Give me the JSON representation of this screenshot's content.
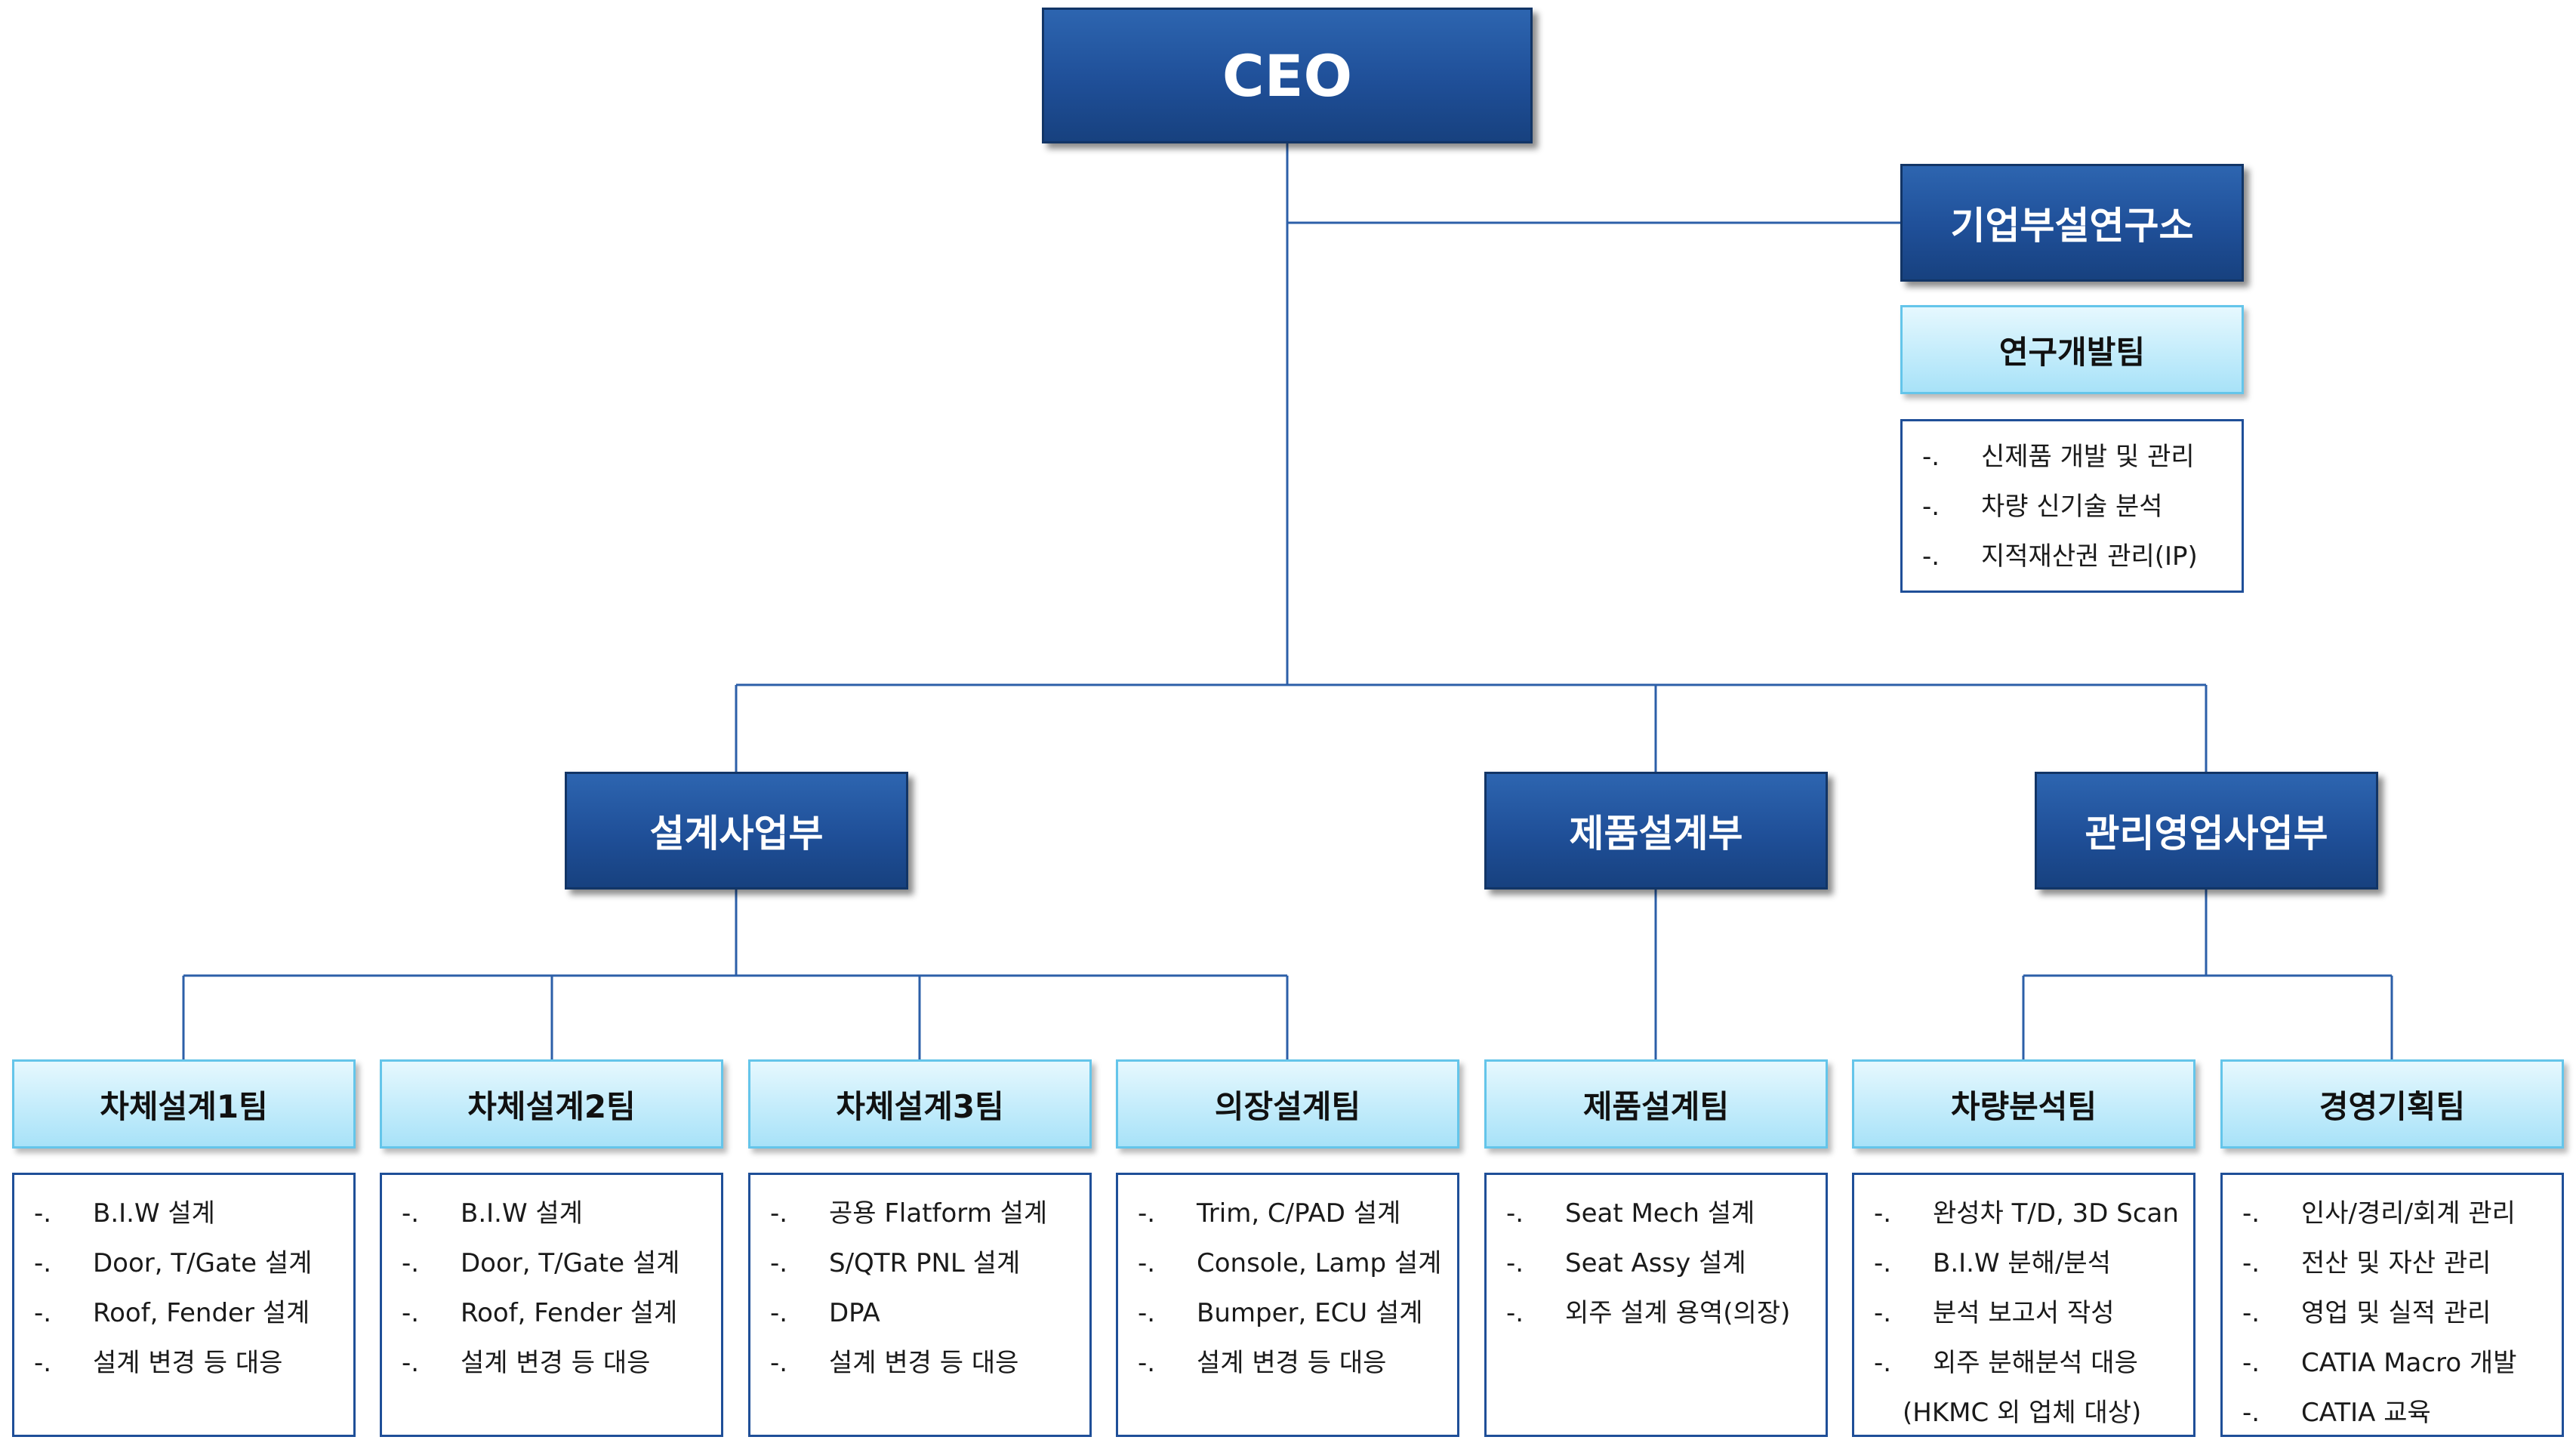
{
  "ceo": {
    "label": "CEO"
  },
  "lab": {
    "label": "기업부설연구소",
    "team": {
      "label": "연구개발팀",
      "items": [
        "신제품 개발 및 관리",
        "차량 신기술 분석",
        "지적재산권 관리(IP)"
      ]
    }
  },
  "bullet": "-.",
  "divisions": [
    {
      "label": "설계사업부"
    },
    {
      "label": "제품설계부"
    },
    {
      "label": "관리영업사업부"
    }
  ],
  "teams": [
    {
      "label": "차체설계1팀",
      "items": [
        "B.I.W 설계",
        "Door, T/Gate 설계",
        "Roof, Fender  설계",
        "설계 변경 등 대응"
      ]
    },
    {
      "label": "차체설계2팀",
      "items": [
        "B.I.W 설계",
        "Door, T/Gate 설계",
        "Roof, Fender  설계",
        "설계 변경 등 대응"
      ]
    },
    {
      "label": "차체설계3팀",
      "items": [
        "공용 Flatform 설계",
        "S/QTR PNL 설계",
        "DPA",
        "설계 변경 등 대응"
      ]
    },
    {
      "label": "의장설계팀",
      "items": [
        "Trim, C/PAD 설계",
        "Console, Lamp 설계",
        "Bumper, ECU 설계",
        "설계 변경 등 대응"
      ]
    },
    {
      "label": "제품설계팀",
      "items": [
        "Seat Mech 설계",
        "Seat Assy 설계",
        "외주 설계 용역(의장)"
      ]
    },
    {
      "label": "차량분석팀",
      "items": [
        "완성차 T/D, 3D Scan",
        "B.I.W 분해/분석",
        "분석 보고서 작성",
        "외주 분해분석 대응"
      ],
      "continuation": "(HKMC 외 업체 대상)"
    },
    {
      "label": "경영기획팀",
      "items": [
        "인사/경리/회계 관리",
        "전산 및 자산 관리",
        "영업 및 실적 관리",
        "CATIA Macro 개발",
        "CATIA 교육"
      ]
    }
  ],
  "colors": {
    "box_dark": "#1f4f98",
    "box_light": "#c3ecfb",
    "connector": "#2c5fa8",
    "list_border": "#1f4f98"
  }
}
